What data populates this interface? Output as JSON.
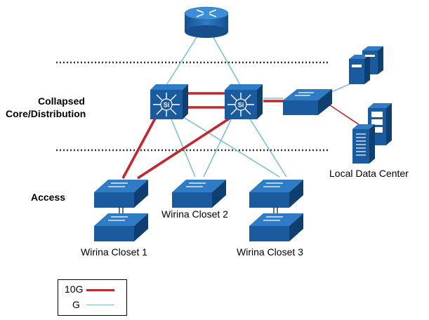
{
  "layers": {
    "core": "Collapsed\nCore/Distribution",
    "access": "Access"
  },
  "labels": {
    "closet1": "Wirina Closet 1",
    "closet2": "Wirina Closet 2",
    "closet3": "Wirina Closet 3",
    "datacenter": "Local Data Center"
  },
  "switch_glyph": "Si",
  "legend": {
    "items": [
      {
        "label": "10G",
        "color": "#c1272d"
      },
      {
        "label": "G",
        "color": "#7fc1d0"
      }
    ]
  },
  "colors": {
    "device": "#1a5a9e",
    "device_top": "#2f7cc6",
    "link_10g": "#c1272d",
    "link_g": "#7fc1d0",
    "server": "#1a5a9e"
  }
}
